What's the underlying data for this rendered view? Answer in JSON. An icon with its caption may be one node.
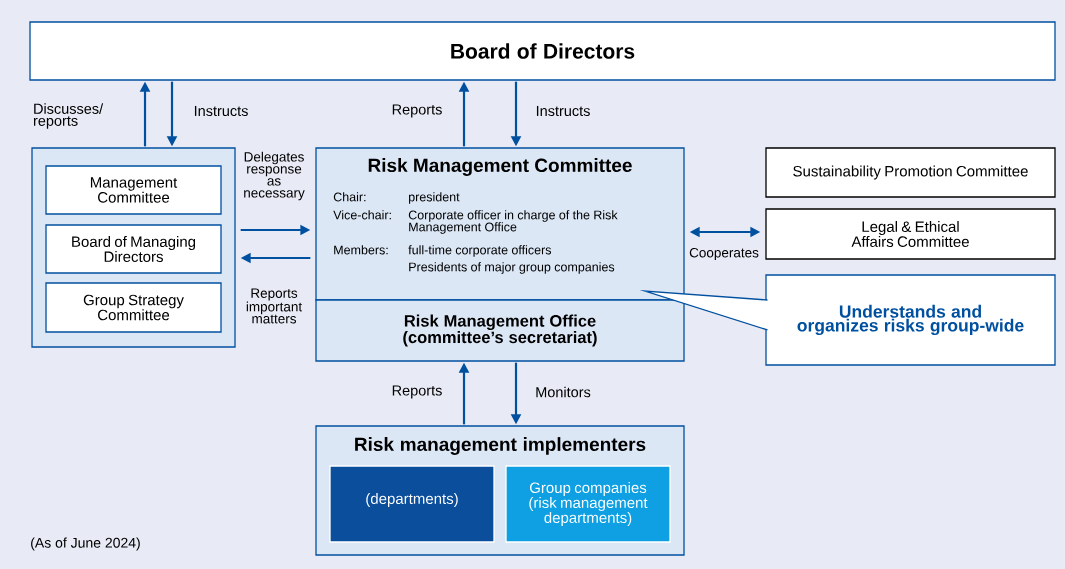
{
  "diagram": {
    "nodes": [
      {
        "text": [
          "Board of Directors"
        ]
      },
      {
        "text": [],
        "shape": "box"
      },
      {
        "text": [
          "Management Committee"
        ],
        "in": 1
      },
      {
        "text": [
          "Board of Managing Directors"
        ],
        "in": 1
      },
      {
        "text": [
          "Group Strategy Committee"
        ],
        "in": 1
      },
      {
        "text": [
          "Risk Management Committee",
          "Chair:",
          "president",
          "Vice-chair:",
          "Corporate officer in charge of the Risk Management Office",
          "Members:",
          "full-time corporate officers",
          "Presidents of major group companies"
        ]
      },
      {
        "text": [
          "Risk Management Office (committee’s secretariat)"
        ]
      },
      {
        "text": [
          "Sustainability Promotion Committee"
        ]
      },
      {
        "text": [
          "Legal & Ethical Affairs Committee"
        ]
      },
      {
        "text": [
          "Understands and organizes risks group-wide"
        ]
      },
      {
        "text": [
          "Risk management implementers"
        ]
      },
      {
        "text": [
          "(departments)"
        ],
        "in": 10
      },
      {
        "text": [
          "Group companies (risk management departments)"
        ],
        "in": 10
      }
    ],
    "edges": [
      {
        "from": 1,
        "to": 0,
        "arrow": "to",
        "label": "Discusses/ reports"
      },
      {
        "from": 0,
        "to": 1,
        "arrow": "to",
        "label": "Instructs"
      },
      {
        "from": 5,
        "to": 0,
        "arrow": "to",
        "label": "Reports"
      },
      {
        "from": 0,
        "to": 5,
        "arrow": "to",
        "label": "Instructs"
      },
      {
        "from": 1,
        "to": 5,
        "arrow": "to",
        "label": "Delegates response as necessary"
      },
      {
        "from": 5,
        "to": 1,
        "arrow": "to",
        "label": "Reports important matters"
      },
      {
        "from": 5,
        "to": 8,
        "arrow": "both",
        "label": "Cooperates"
      },
      {
        "from": 10,
        "to": 6,
        "arrow": "to",
        "label": "Reports"
      },
      {
        "from": 6,
        "to": 10,
        "arrow": "to",
        "label": "Monitors"
      }
    ],
    "labels": [
      "(As of June 2024)"
    ]
  }
}
